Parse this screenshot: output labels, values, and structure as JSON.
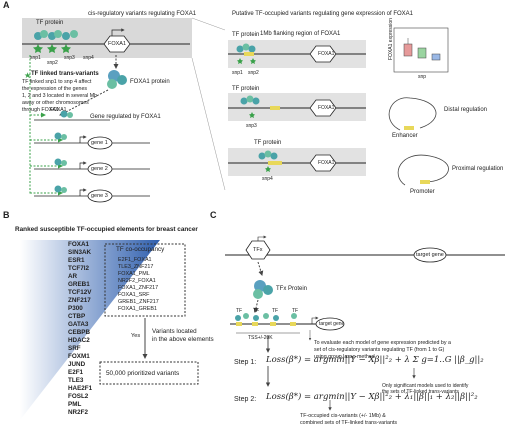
{
  "panel_a": {
    "label": "A",
    "header_left": "cis-regulatory variants regulating FOXA1",
    "header_right": "Putative TF-occupied variants regulating gene expression of FOXA1",
    "tf_protein": "TF protein",
    "foxa1": "FOXA1",
    "snps": [
      "snp1",
      "snp2",
      "snp3",
      "snp4"
    ],
    "trans_title": "TF linked trans-variants",
    "trans_desc": [
      "TF linked snp1 to snp 4 affect",
      "the expression of the genes",
      "1, 2 and 3 located in several Mb",
      "away or other chromosomes",
      "through FOXA1"
    ],
    "foxa1_protein": "FOXA1 protein",
    "gene_regulated": "Gene regulated by FOXA1",
    "genes": [
      "gene 1",
      "gene 2",
      "gene 3"
    ],
    "flank": "1Mb flanking region of FOXA1",
    "expr_axis": "FOXA1 expression",
    "snp_axis": "snp",
    "distal": "Distal regulation",
    "enhancer": "Enhancer",
    "proximal": "Proximal regulation",
    "promoter": "Promoter"
  },
  "panel_b": {
    "label": "B",
    "title": "Ranked susceptible TF-occupied elements for breast cancer",
    "elements": [
      "FOXA1",
      "SIN3AK",
      "ESR1",
      "TCF7l2",
      "AR",
      "GREB1",
      "TCF12V",
      "ZNF217",
      "P300",
      "CTBP",
      "GATA3",
      "CEBPB",
      "HDAC2",
      "SRF",
      "FOXM1",
      "JUND",
      "E2F1",
      "TLE3",
      "HAE2F1",
      "FOSL2",
      "PML",
      "NR2F2"
    ],
    "cooccupancy_title": "TF co-occupancy",
    "pairs": [
      "E2F1_FOXA1",
      "TLE3_ZNF217",
      "FOXA1_PML",
      "NR2F2_FOXA1",
      "FOXA1_ZNF217",
      "FOXA1_SRF",
      "GREB1_ZNF217",
      "FOXA1_GREB1"
    ],
    "yes": "Yes",
    "variants_located": [
      "Variants located",
      "in the above elements"
    ],
    "prioritized": "50,000 prioritized variants"
  },
  "panel_c": {
    "label": "C",
    "tfx": "TFx",
    "target_gene": "target gene",
    "tfx_protein": "TFx Protein",
    "tss": "TSS+/-20K",
    "tf_marks": [
      "TF",
      "TF",
      "TF",
      "TF"
    ],
    "desc": [
      "To evaluate each model of gene expression predicted by a",
      "set of cis-regulatory variants regulating TF (from 1 to G)",
      "using group lasso method"
    ],
    "step1_label": "Step 1:",
    "step1_eq": "Loss(β*) = argmin||Y − Xβ||²₂ + λ Σ g=1..G ||β_g||₂",
    "step1_note": [
      "Only significant models used to identify",
      "the sets of TF-linked trans-variants"
    ],
    "step2_label": "Step 2:",
    "step2_eq": "Loss(β*) = argmin||Y − Xβ||²₂ + λ₁||β||₁ + λ₂||β||²₂",
    "step2_note": [
      "TF-occupied cis-variants (+/- 1Mb) &",
      "combined sets of TF-linked trans-variants"
    ]
  },
  "colors": {
    "accent_blue": "#4a73b8",
    "green": "#3aa14a",
    "teal": "#4aa3a8",
    "gray_band": "#d8d8d8"
  }
}
